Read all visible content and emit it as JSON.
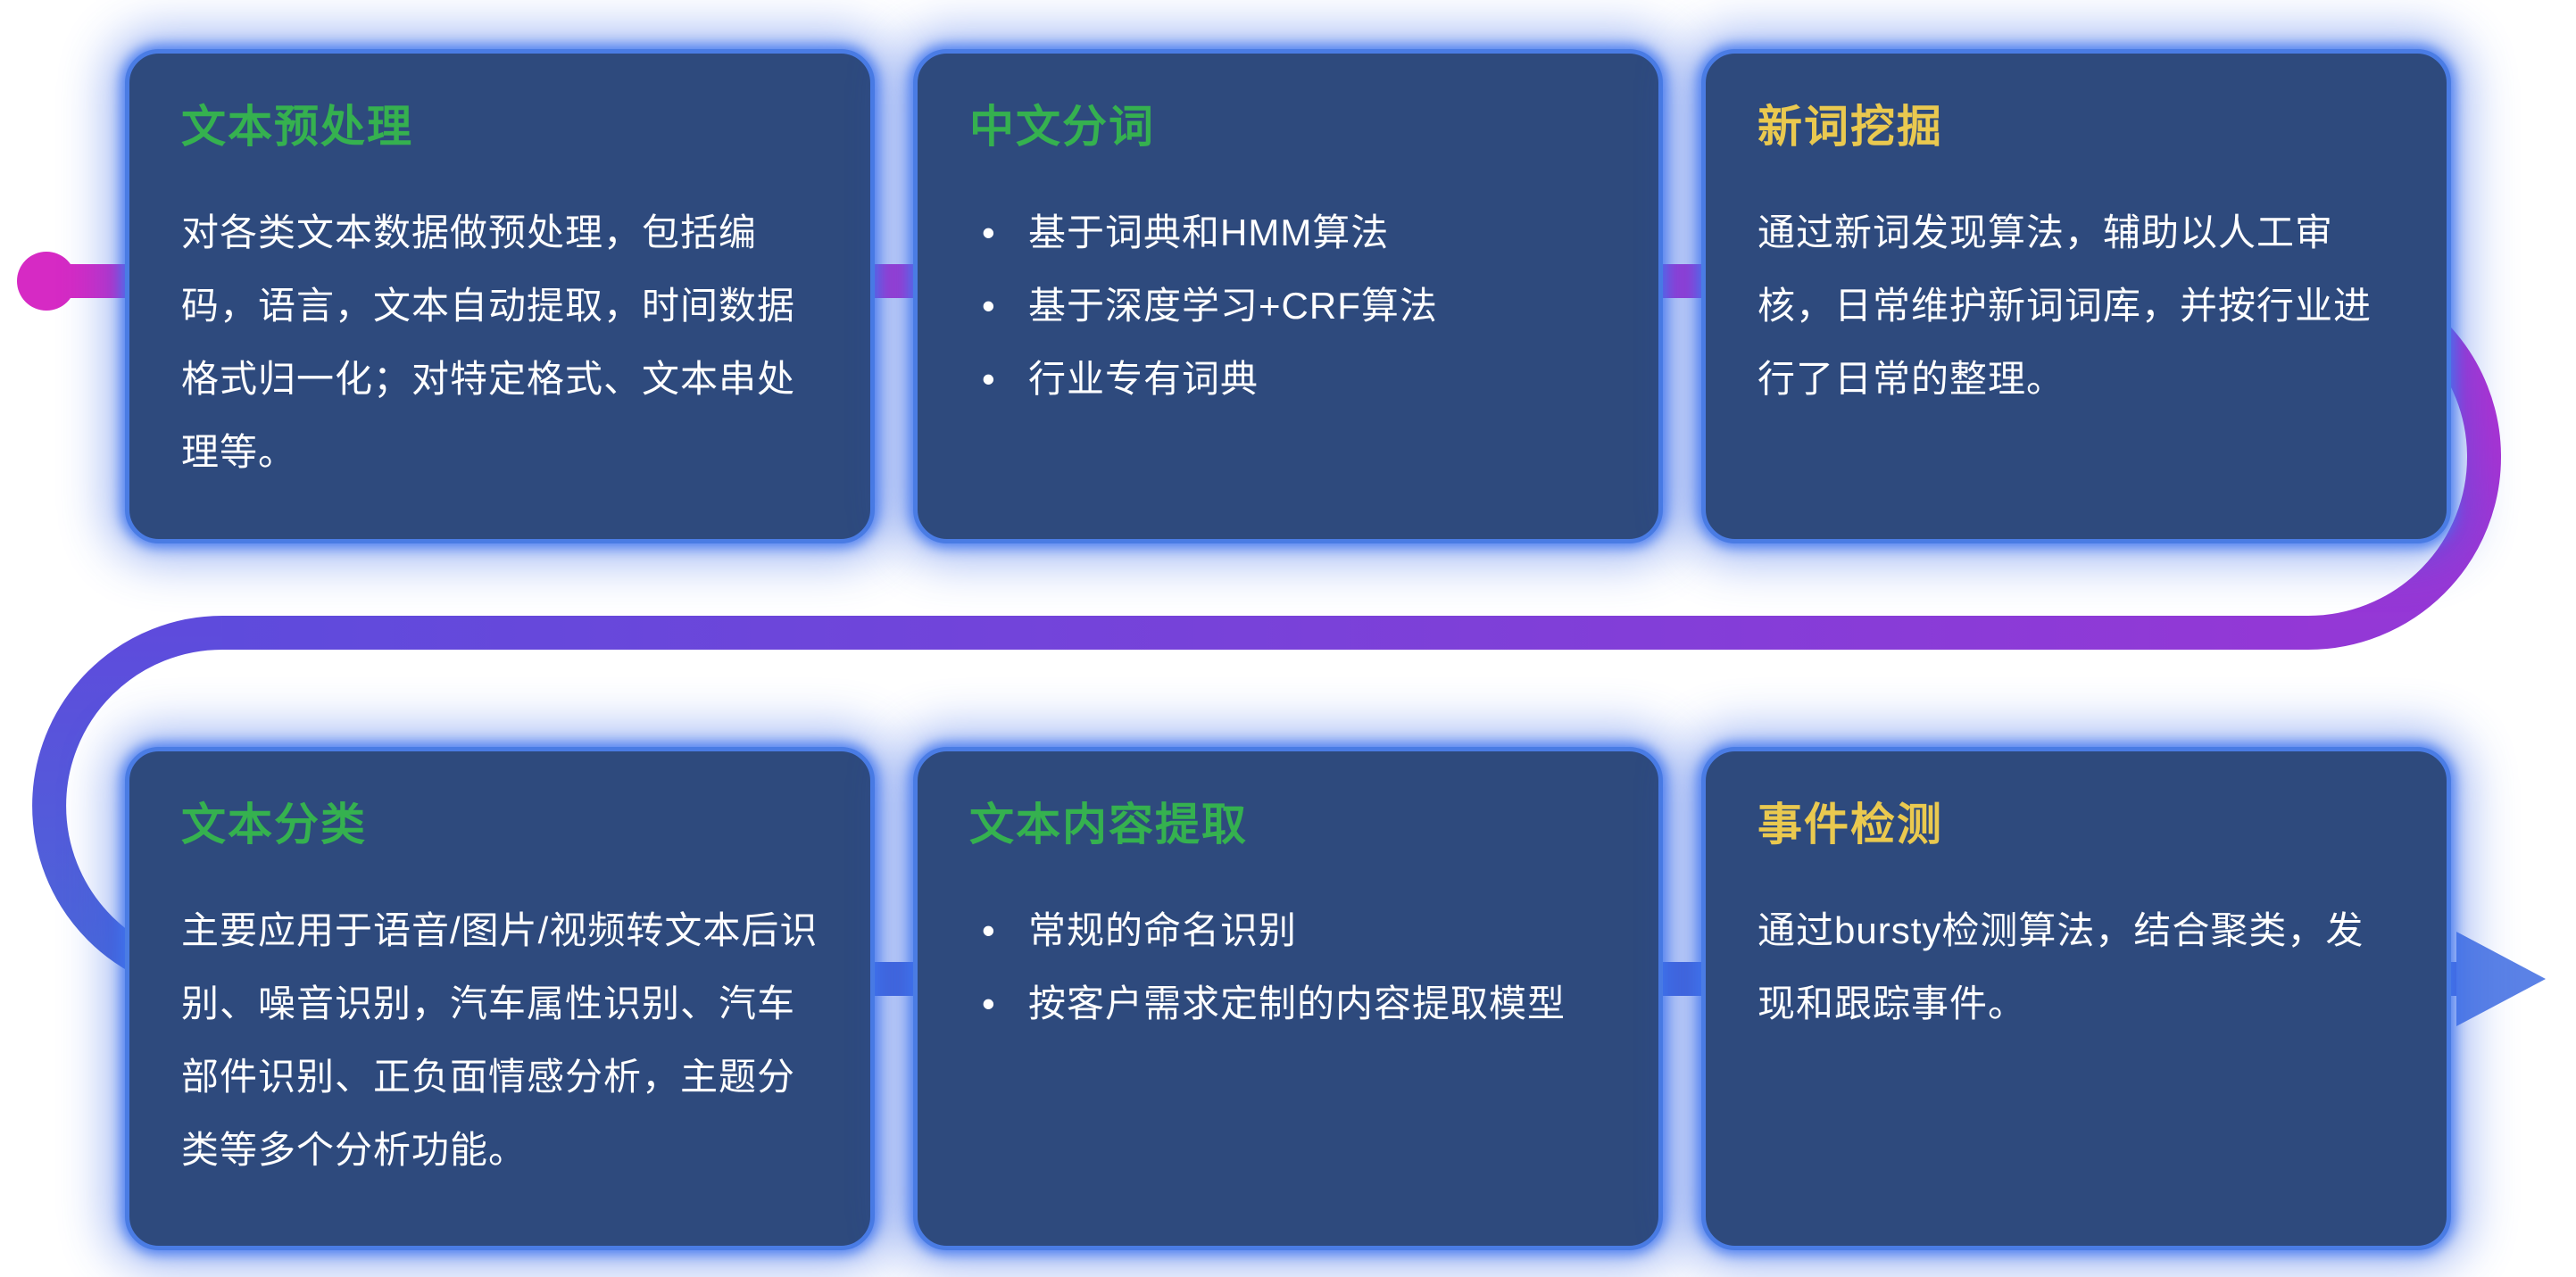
{
  "cards": [
    {
      "title": "文本预处理",
      "title_color": "#35b14f",
      "body": "对各类文本数据做预处理，包括编码，语言，文本自动提取，时间数据格式归一化；对特定格式、文本串处理等。"
    },
    {
      "title": "中文分词",
      "title_color": "#35b14f",
      "bullets": [
        "基于词典和HMM算法",
        "基于深度学习+CRF算法",
        "行业专有词典"
      ]
    },
    {
      "title": "新词挖掘",
      "title_color": "#eac94f",
      "body": "通过新词发现算法，辅助以人工审核，日常维护新词词库，并按行业进行了日常的整理。"
    },
    {
      "title": "文本分类",
      "title_color": "#35b14f",
      "body": "主要应用于语音/图片/视频转文本后识别、噪音识别，汽车属性识别、汽车部件识别、正负面情感分析，主题分类等多个分析功能。"
    },
    {
      "title": "文本内容提取",
      "title_color": "#35b14f",
      "bullets": [
        "常规的命名识别",
        "按客户需求定制的内容提取模型"
      ]
    },
    {
      "title": "事件检测",
      "title_color": "#eac94f",
      "body": "通过bursty检测算法，结合聚类，发现和跟踪事件。"
    }
  ],
  "colors": {
    "card_background": "#2e4a7d",
    "card_glow_blue": "#4a7ce4",
    "title_green": "#35b14f",
    "title_yellow": "#eac94f",
    "body_text": "#ffffff",
    "flow_magenta": "#d62ac4",
    "flow_purple": "#9338d6",
    "flow_indigo": "#5e4bdc",
    "flow_blue": "#4a68d8",
    "flow_arrow_blue": "#5b82e6"
  }
}
